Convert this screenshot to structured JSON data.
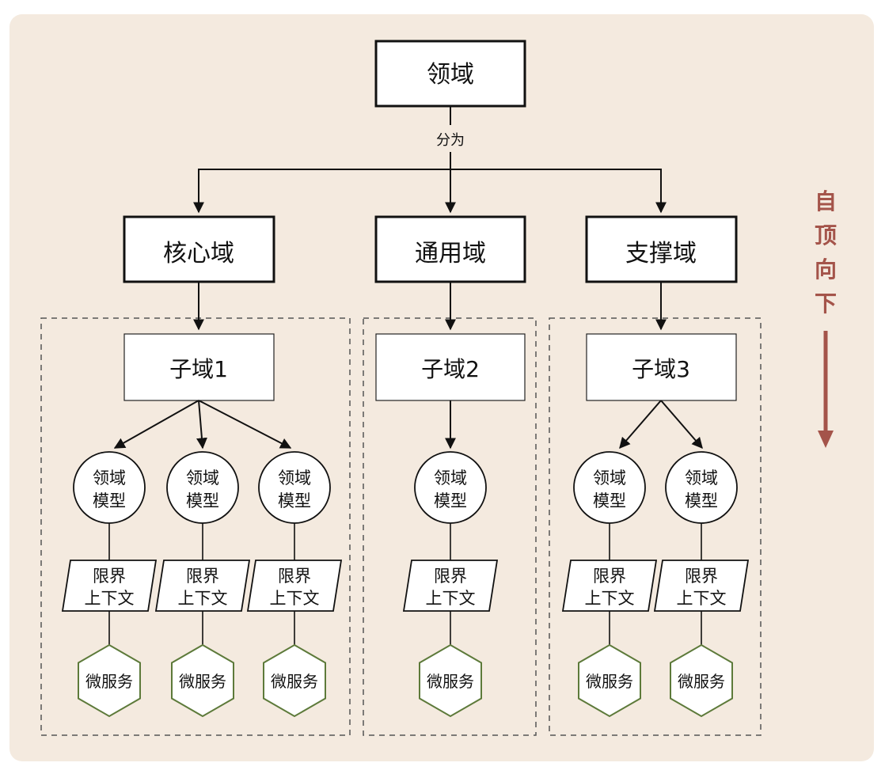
{
  "colors": {
    "background": "#f4eadf",
    "hexagon_stroke": "#5d7a3a",
    "direction_accent": "#a4544a"
  },
  "root": {
    "label": "领域"
  },
  "split_label": "分为",
  "top_domains": [
    {
      "label": "核心域"
    },
    {
      "label": "通用域"
    },
    {
      "label": "支撑域"
    }
  ],
  "subdomains": [
    {
      "label": "子域1"
    },
    {
      "label": "子域2"
    },
    {
      "label": "子域3"
    }
  ],
  "domain_model": {
    "line1": "领域",
    "line2": "模型"
  },
  "bounded_context": {
    "line1": "限界",
    "line2": "上下文"
  },
  "microservice": {
    "label": "微服务"
  },
  "direction": {
    "chars": [
      "自",
      "顶",
      "向",
      "下"
    ]
  }
}
